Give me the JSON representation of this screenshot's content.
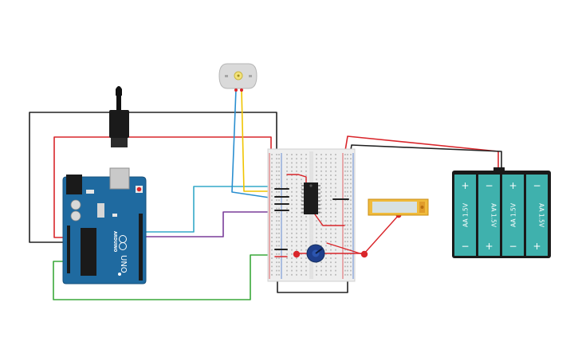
{
  "components": {
    "arduino": {
      "name": "Arduino UNO",
      "label": "UNO",
      "brand_text": "ARDUINO"
    },
    "battery_pack": {
      "cells": [
        {
          "label": "AA 1.5V",
          "plus_top": true
        },
        {
          "label": "AA 1.5V",
          "plus_top": false
        },
        {
          "label": "AA 1.5V",
          "plus_top": true
        },
        {
          "label": "AA 1.5V",
          "plus_top": false
        }
      ],
      "plus_symbol": "+",
      "minus_symbol": "−"
    },
    "motor": {
      "name": "DC motor"
    },
    "ic": {
      "name": "L293D chip"
    },
    "potentiometer": {
      "name": "potentiometer"
    },
    "lcd": {
      "name": "LCD display"
    }
  },
  "colors": {
    "wire_red": "#d9262b",
    "wire_black": "#222222",
    "wire_blue": "#2a8fd0",
    "wire_yellow": "#f0c400",
    "wire_cyan": "#34a9c8",
    "wire_purple": "#7a3d9a",
    "wire_green": "#3aa83a",
    "arduino_blue": "#1f6aa0",
    "battery_teal": "#3fb1ad",
    "breadboard": "#eeeeee"
  }
}
